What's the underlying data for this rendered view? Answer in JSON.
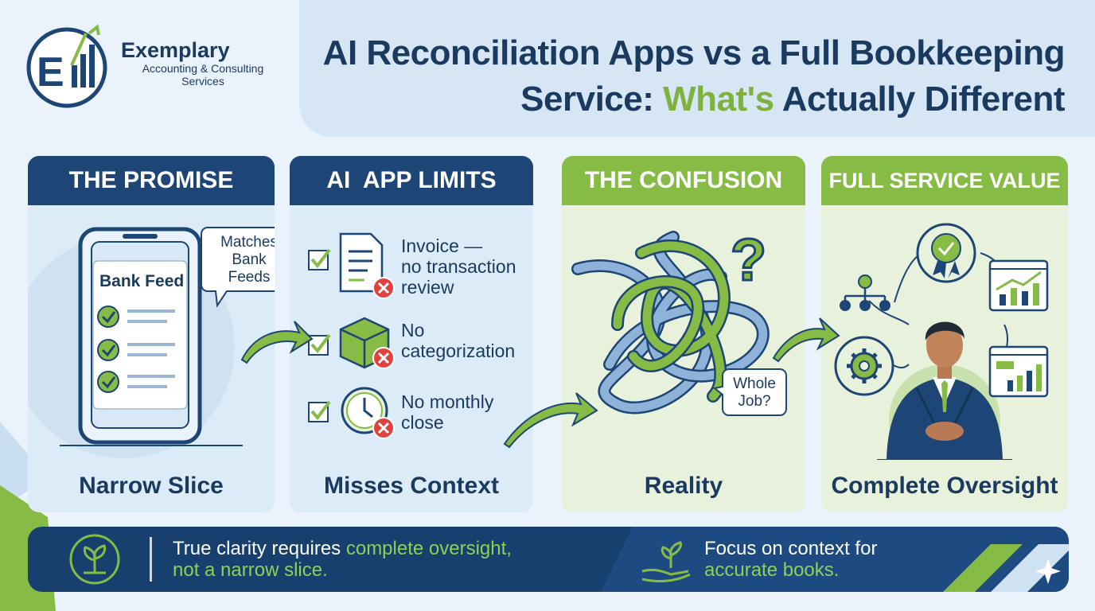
{
  "brand": {
    "name": "Exemplary",
    "subtitle": "Accounting & Consulting Services",
    "logo_letters": "E",
    "colors": {
      "navy": "#1d4575",
      "green": "#86bb45",
      "light_blue": "#dcebf8",
      "light_green": "#e7f1dc"
    }
  },
  "title": {
    "line1": "AI Reconciliation Apps vs a Full Bookkeeping",
    "line2_start": "Service: ",
    "line2_accent": "What's",
    "line2_end": " Actually Different"
  },
  "panels": [
    {
      "heading": "THE PROMISE",
      "footer": "Narrow Slice",
      "phone_label": "Bank Feed",
      "bubble": [
        "Matches",
        "Bank",
        "Feeds"
      ]
    },
    {
      "heading": "AI  APP LIMITS",
      "footer": "Misses Context",
      "items": [
        {
          "lines": [
            "Invoice —",
            "no transaction",
            "review"
          ],
          "icon": "invoice-document-icon"
        },
        {
          "lines": [
            "No",
            "categorization"
          ],
          "icon": "box-icon"
        },
        {
          "lines": [
            "No monthly",
            "close"
          ],
          "icon": "clock-icon"
        }
      ]
    },
    {
      "heading": "THE CONFUSION",
      "footer": "Reality",
      "bubble": [
        "Whole",
        "Job?"
      ],
      "question_mark": "?"
    },
    {
      "heading": "FULL SERVICE VALUE",
      "footer": "Complete Oversight"
    }
  ],
  "banner": {
    "left_start": "True clarity requires ",
    "left_accent": "complete oversight,",
    "left_line2": "not a narrow slice.",
    "right_line1": "Focus on context for",
    "right_accent": "accurate books."
  },
  "icons": [
    "sprout-icon",
    "hand-plant-icon",
    "checkmark-icon",
    "error-x-icon",
    "gear-icon",
    "org-chart-icon",
    "award-badge-icon",
    "growth-chart-icon",
    "bar-chart-icon",
    "sparkle-icon",
    "arrow-icon",
    "tangle-icon",
    "businessman-icon",
    "phone-icon"
  ]
}
